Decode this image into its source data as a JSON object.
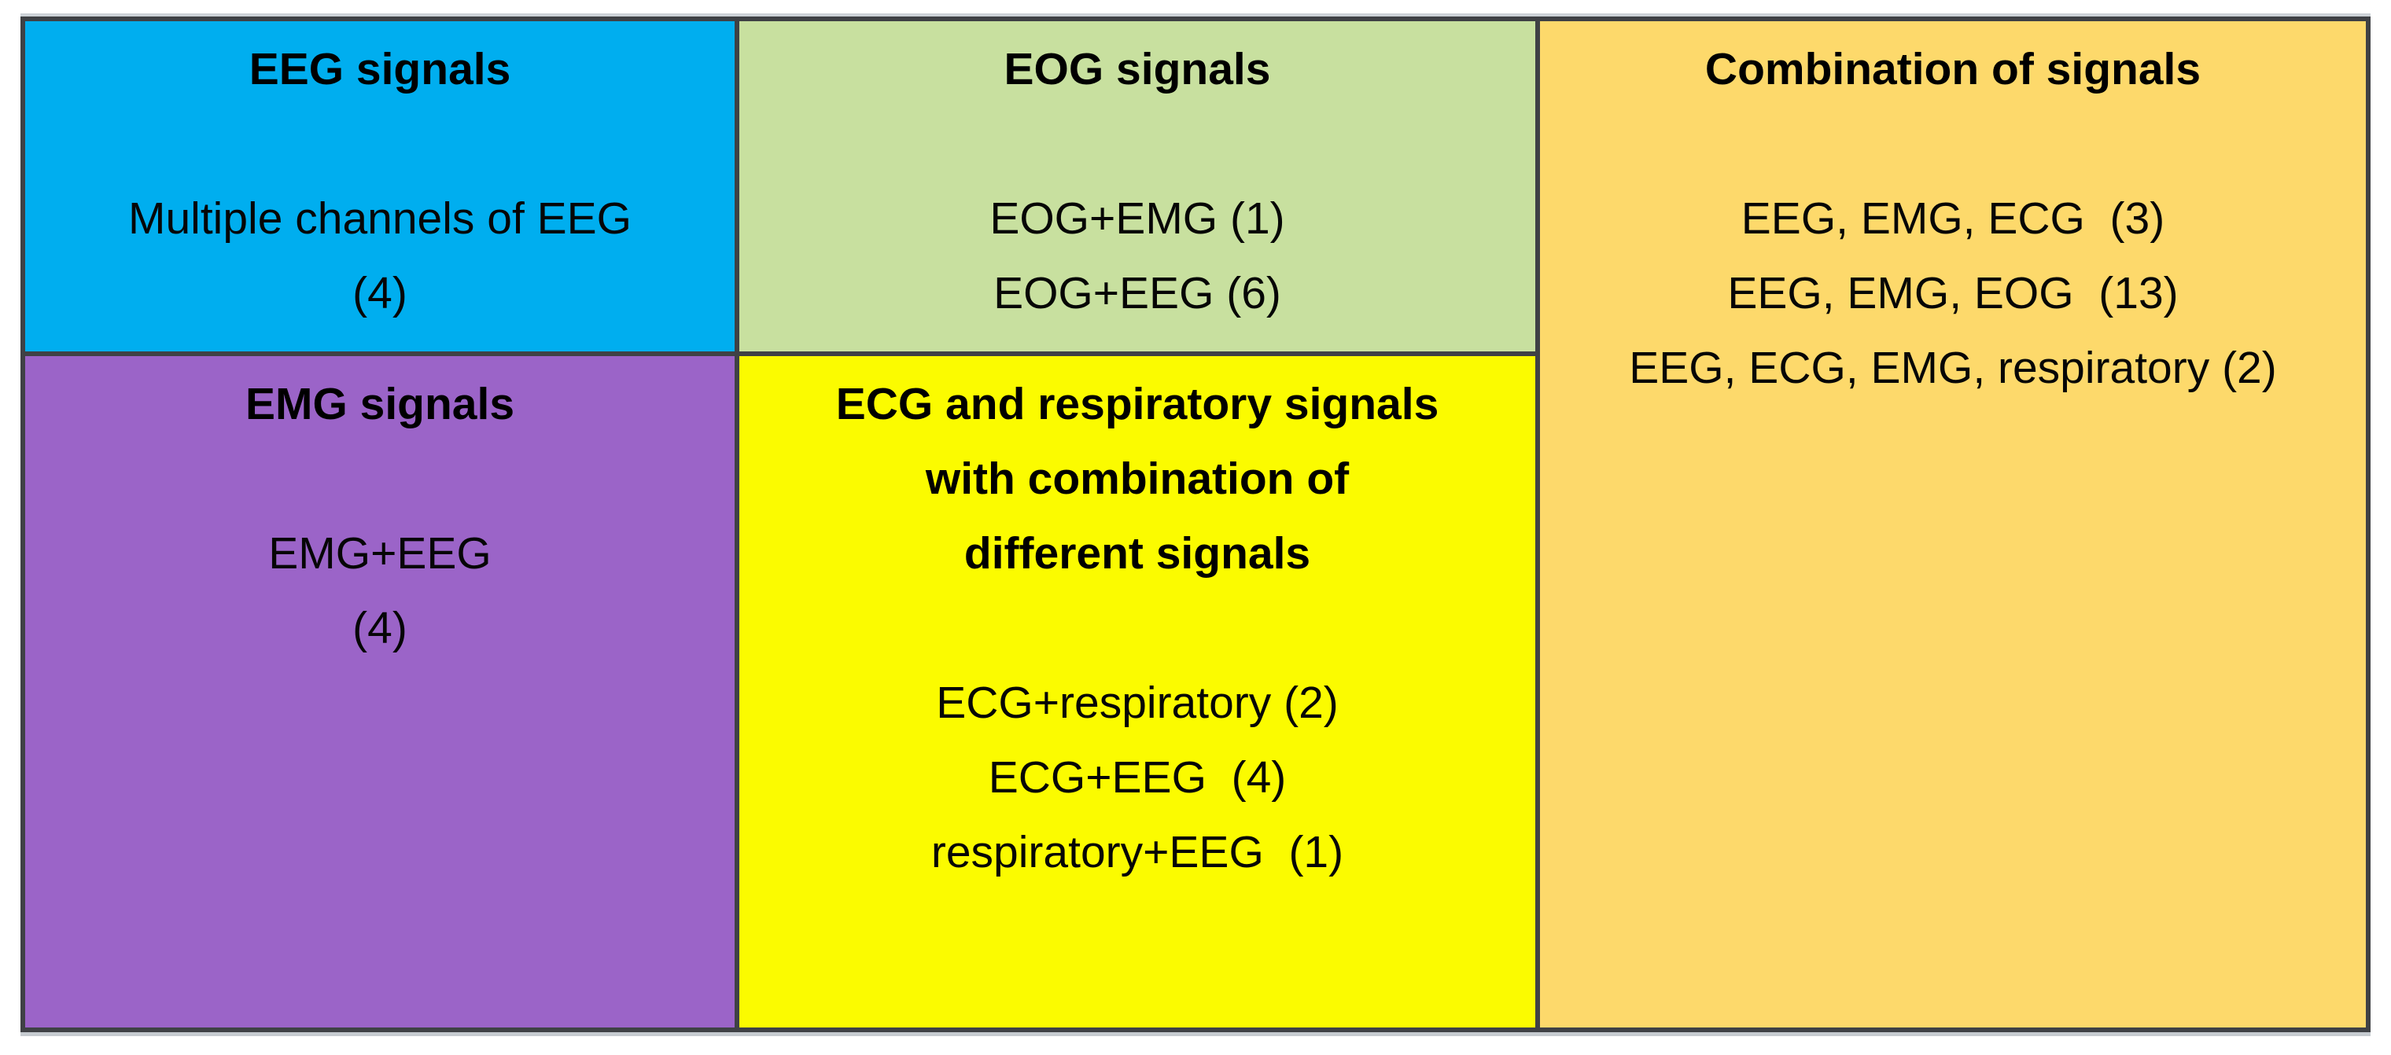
{
  "figure": {
    "description": "Colored table of physiological signal type combinations with study counts",
    "border_color": "#3f4145",
    "cells": [
      {
        "id": "eeg",
        "heading": "EEG signals",
        "body": "Multiple channels of EEG\n(4)",
        "color": "#00aeef"
      },
      {
        "id": "eog",
        "heading": "EOG signals",
        "body": "EOG+EMG (1)\nEOG+EEG (6)",
        "color": "#c8e09f"
      },
      {
        "id": "combination",
        "heading": "Combination of signals",
        "body": "EEG, EMG, ECG  (3)\nEEG, EMG, EOG  (13)\nEEG, ECG, EMG, respiratory (2)",
        "color": "#fdd96b"
      },
      {
        "id": "emg",
        "heading": "EMG signals",
        "body": "EMG+EEG\n(4)",
        "color": "#9b64c8"
      },
      {
        "id": "ecg-respiratory",
        "heading": "ECG and respiratory signals\nwith combination of\ndifferent signals",
        "body": "ECG+respiratory (2)\nECG+EEG  (4)\nrespiratory+EEG  (1)",
        "color": "#fbfb00"
      }
    ]
  }
}
